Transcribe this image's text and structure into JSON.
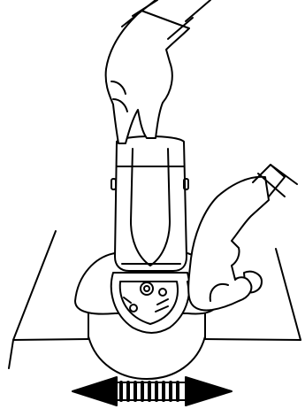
{
  "colors": {
    "background": "#ffffff",
    "line": "#000000"
  },
  "figure": {
    "subject": "angle-grinder-operation",
    "motion_indicator": "double-headed-arrow",
    "motion_directions": [
      "left",
      "right"
    ]
  }
}
